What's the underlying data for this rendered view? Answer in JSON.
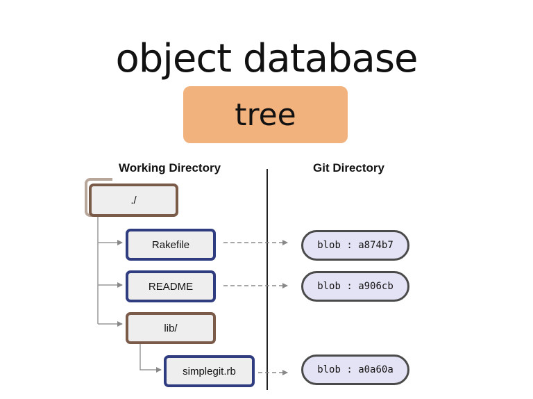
{
  "slide": {
    "title": "object database",
    "badge": "tree"
  },
  "columns": {
    "working_directory": "Working Directory",
    "git_directory": "Git Directory"
  },
  "working_tree": {
    "root": "./",
    "rakefile": "Rakefile",
    "readme": "README",
    "lib": "lib/",
    "simplegit": "simplegit.rb"
  },
  "git_objects": {
    "rakefile_blob": "blob : a874b7",
    "readme_blob": "blob : a906cb",
    "simplegit_blob": "blob : a0a60a"
  },
  "colors": {
    "badge": "#f2b27d",
    "dir_border": "#7a5a48",
    "file_border": "#2f3c80",
    "blob_fill": "#e4e3f5"
  }
}
